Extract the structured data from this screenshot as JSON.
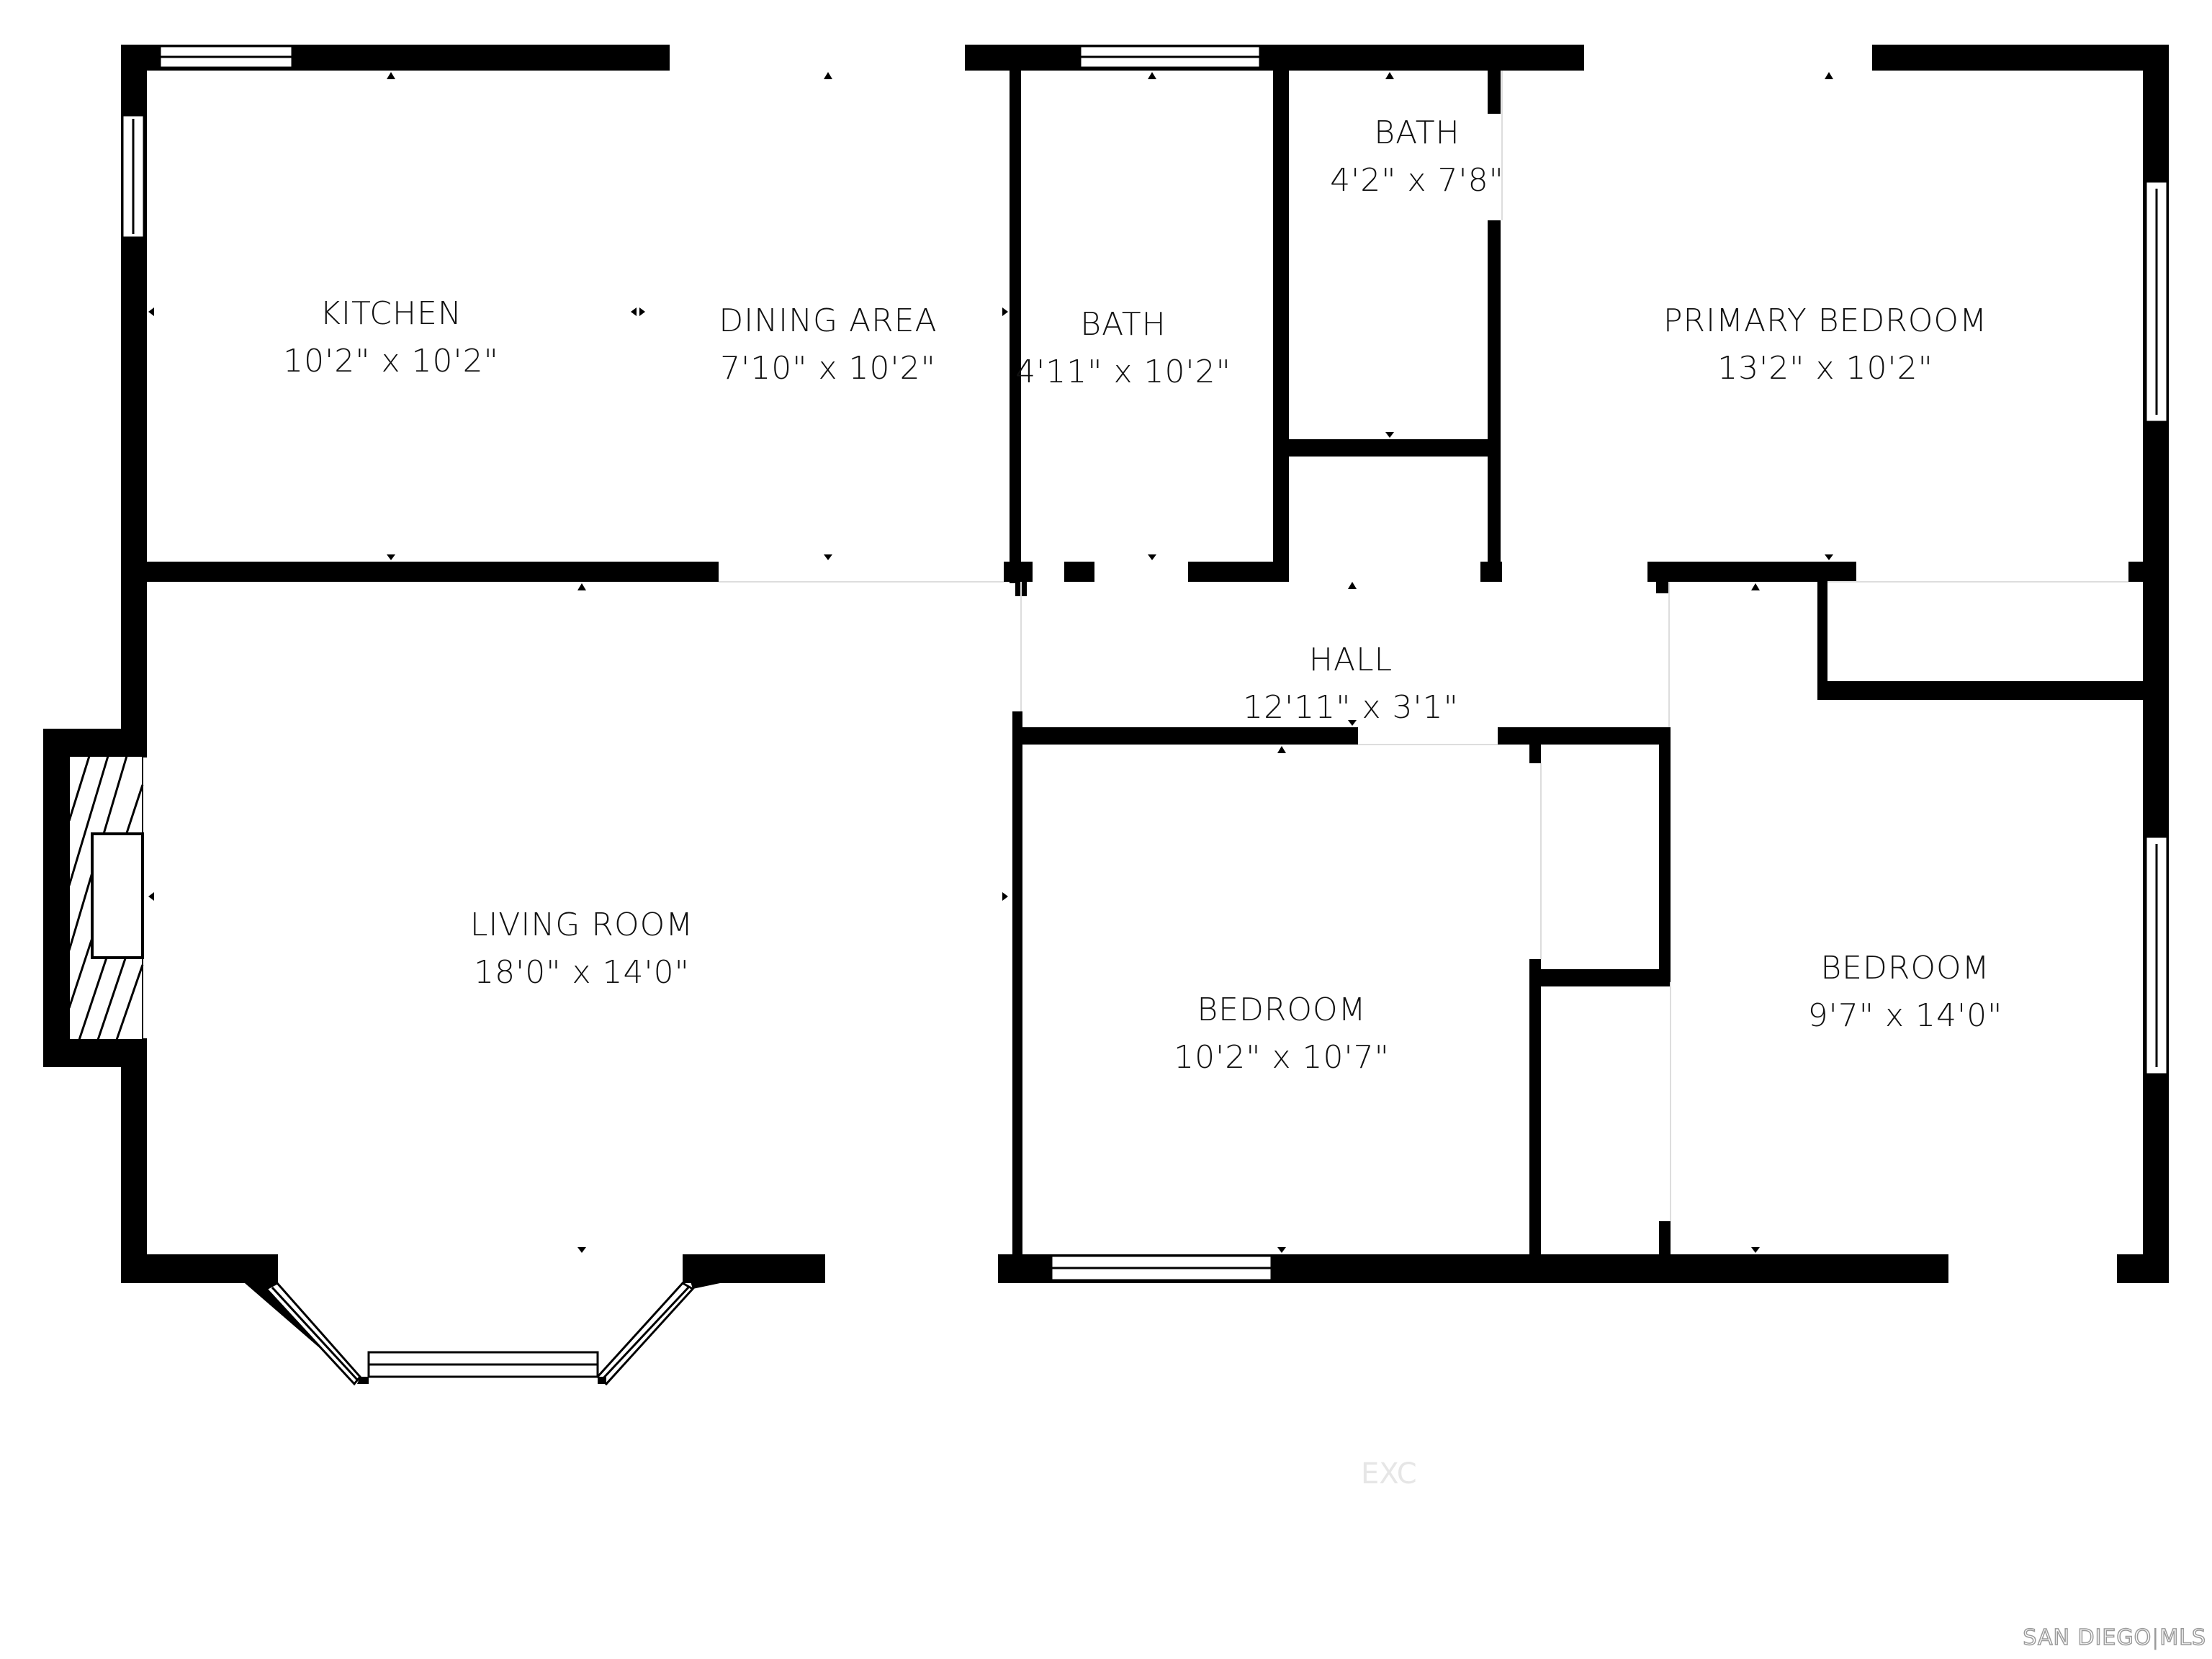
{
  "plan": {
    "rooms": [
      {
        "name": "KITCHEN",
        "dims": "10'2\" x 10'2\""
      },
      {
        "name": "DINING AREA",
        "dims": "7'10\" x 10'2\""
      },
      {
        "name": "BATH",
        "dims": "4'11\" x 10'2\""
      },
      {
        "name": "BATH",
        "dims": "4'2\" x 7'8\""
      },
      {
        "name": "PRIMARY BEDROOM",
        "dims": "13'2\" x 10'2\""
      },
      {
        "name": "HALL",
        "dims": "12'11\" x 3'1\""
      },
      {
        "name": "LIVING ROOM",
        "dims": "18'0\" x 14'0\""
      },
      {
        "name": "BEDROOM",
        "dims": "10'2\" x 10'7\""
      },
      {
        "name": "BEDROOM",
        "dims": "9'7\" x 14'0\""
      }
    ],
    "faint_text": "EXC",
    "features": [
      "fireplace",
      "bay-window",
      "windows",
      "doorway-openings"
    ]
  },
  "watermark": {
    "left": "SAN DIEGO",
    "separator": "|",
    "right": "MLS"
  },
  "colors": {
    "wall": "#000000",
    "background": "#ffffff",
    "text": "#111111",
    "watermark": "#9a9a9a"
  }
}
